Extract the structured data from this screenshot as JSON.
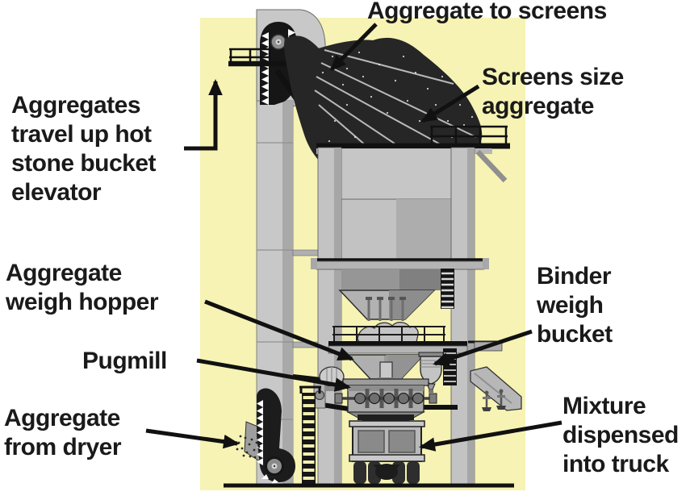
{
  "figure": {
    "type": "labeled-diagram",
    "subject": "Asphalt batch mixing plant side view"
  },
  "colors": {
    "panel_background": "#F6F3B4",
    "ink": "#1a1a1a",
    "machine_light_gray": "#C8C8C8",
    "machine_mid_gray": "#A9A9A9",
    "machine_dark": "#262626"
  },
  "labels": {
    "aggregate_to_screens": {
      "text": "Aggregate to screens"
    },
    "screens_size": {
      "text": "Screens size\naggregate"
    },
    "bucket_elevator": {
      "text": "Aggregates\ntravel up hot\nstone bucket\nelevator"
    },
    "weigh_hopper": {
      "text": "Aggregate\nweigh hopper"
    },
    "pugmill": {
      "text": "Pugmill"
    },
    "from_dryer": {
      "text": "Aggregate\nfrom dryer"
    },
    "binder_bucket": {
      "text": "Binder\nweigh\nbucket"
    },
    "mixture_truck": {
      "text": "Mixture\ndispensed\ninto truck"
    }
  }
}
